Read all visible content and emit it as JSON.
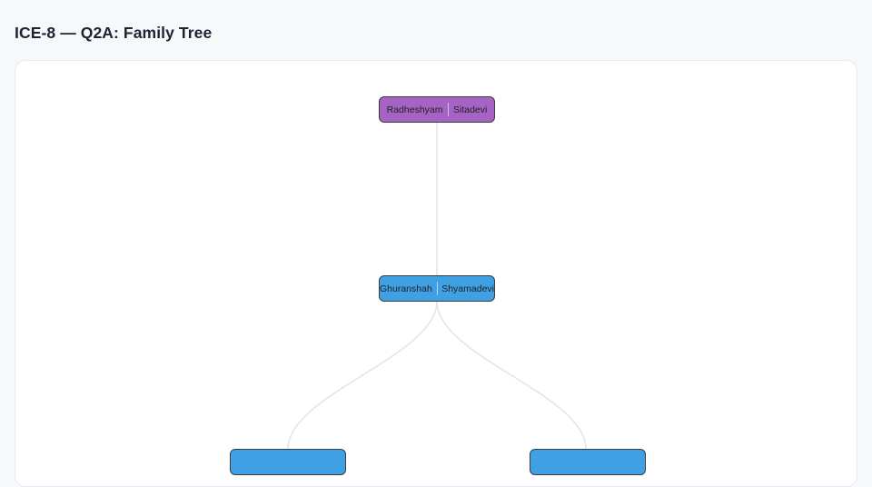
{
  "header": {
    "title": "ICE-8 — Q2A: Family Tree"
  },
  "tree": {
    "colors": {
      "generation1_fill": "#a563c4",
      "generation2_fill": "#3fa0e4",
      "node_border": "#3d3d3d",
      "link": "#e0e5ef",
      "card_background": "#ffffff",
      "page_background": "#f7f8fa",
      "title_text": "#1c2434"
    },
    "nodes": [
      {
        "id": "gen1-couple",
        "left_name": "Radheshyam",
        "right_name": "Sitadevi",
        "fill": "#a563c4"
      },
      {
        "id": "gen2-couple",
        "left_name": "Ghuranshah",
        "right_name": "Shyamadevi",
        "fill": "#3fa0e4"
      },
      {
        "id": "gen3-left-couple",
        "left_name": "",
        "right_name": "",
        "fill": "#3fa0e4"
      },
      {
        "id": "gen3-right-couple",
        "left_name": "",
        "right_name": "",
        "fill": "#3fa0e4"
      }
    ],
    "links": [
      {
        "from": "gen1-couple",
        "to": "gen2-couple"
      },
      {
        "from": "gen2-couple",
        "to": "gen3-left-couple"
      },
      {
        "from": "gen2-couple",
        "to": "gen3-right-couple"
      }
    ]
  }
}
